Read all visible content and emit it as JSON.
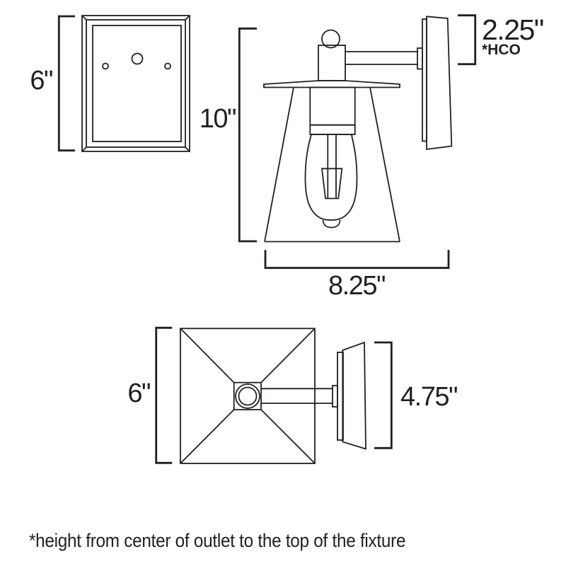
{
  "diagram": {
    "title": "wall-sconce-dimension-diagram",
    "dimensions": {
      "backplate_height": "6\"",
      "fixture_height": "10\"",
      "fixture_width": "8.25\"",
      "hco": "2.25\"",
      "hco_note": "*HCO",
      "top_width": "6\"",
      "top_depth": "4.75\""
    },
    "footnote": "*height from center of outlet to the top of the fixture",
    "colors": {
      "line": "#231f20",
      "background": "#ffffff"
    }
  }
}
